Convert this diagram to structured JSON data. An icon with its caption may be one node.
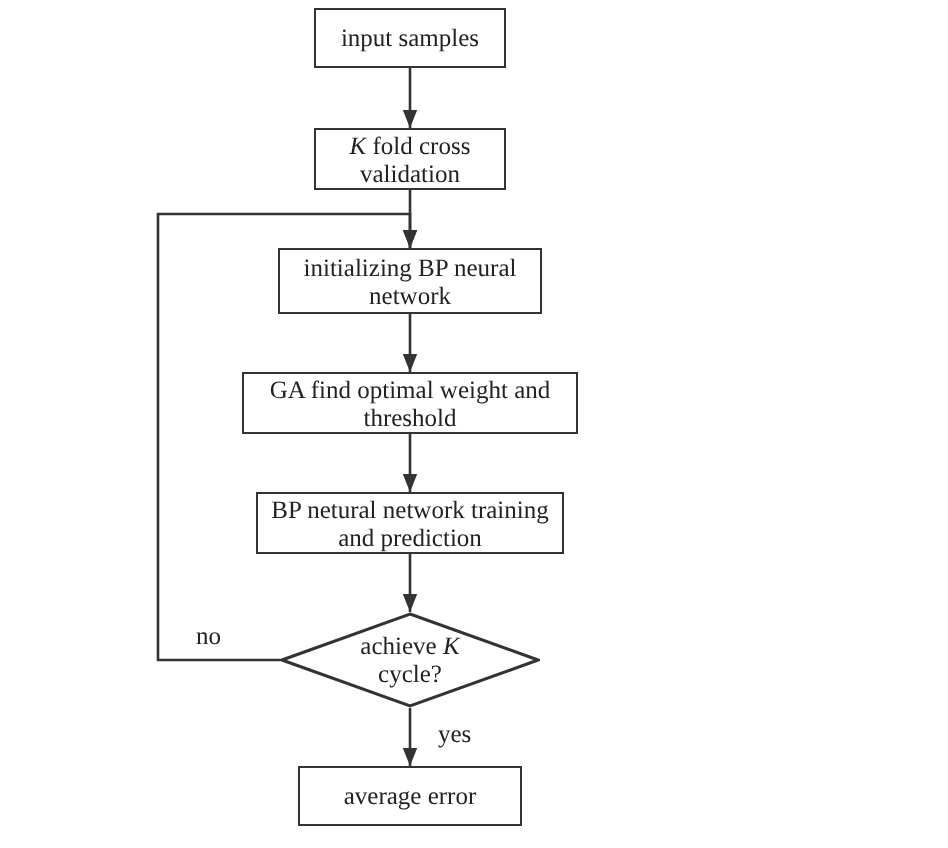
{
  "diagram": {
    "nodes": [
      {
        "text": [
          "input samples"
        ]
      },
      {
        "text": [
          "*K* fold cross validation"
        ]
      },
      {
        "text": [
          "initializing BP neural network"
        ]
      },
      {
        "text": [
          "GA find optimal weight and threshold"
        ]
      },
      {
        "text": [
          "BP netural network training and prediction"
        ]
      },
      {
        "text": [
          "achieve *K* cycle?"
        ]
      },
      {
        "text": [
          "average error"
        ]
      }
    ],
    "edges": [
      {
        "from": 0,
        "to": 1,
        "arrow": "to"
      },
      {
        "from": 1,
        "to": 2,
        "arrow": "to"
      },
      {
        "from": 2,
        "to": 3,
        "arrow": "to"
      },
      {
        "from": 3,
        "to": 4,
        "arrow": "to"
      },
      {
        "from": 4,
        "to": 5,
        "arrow": "to"
      },
      {
        "from": 5,
        "to": 2,
        "arrow": "to",
        "label": "no"
      },
      {
        "from": 5,
        "to": 6,
        "arrow": "to",
        "label": "yes"
      }
    ]
  }
}
